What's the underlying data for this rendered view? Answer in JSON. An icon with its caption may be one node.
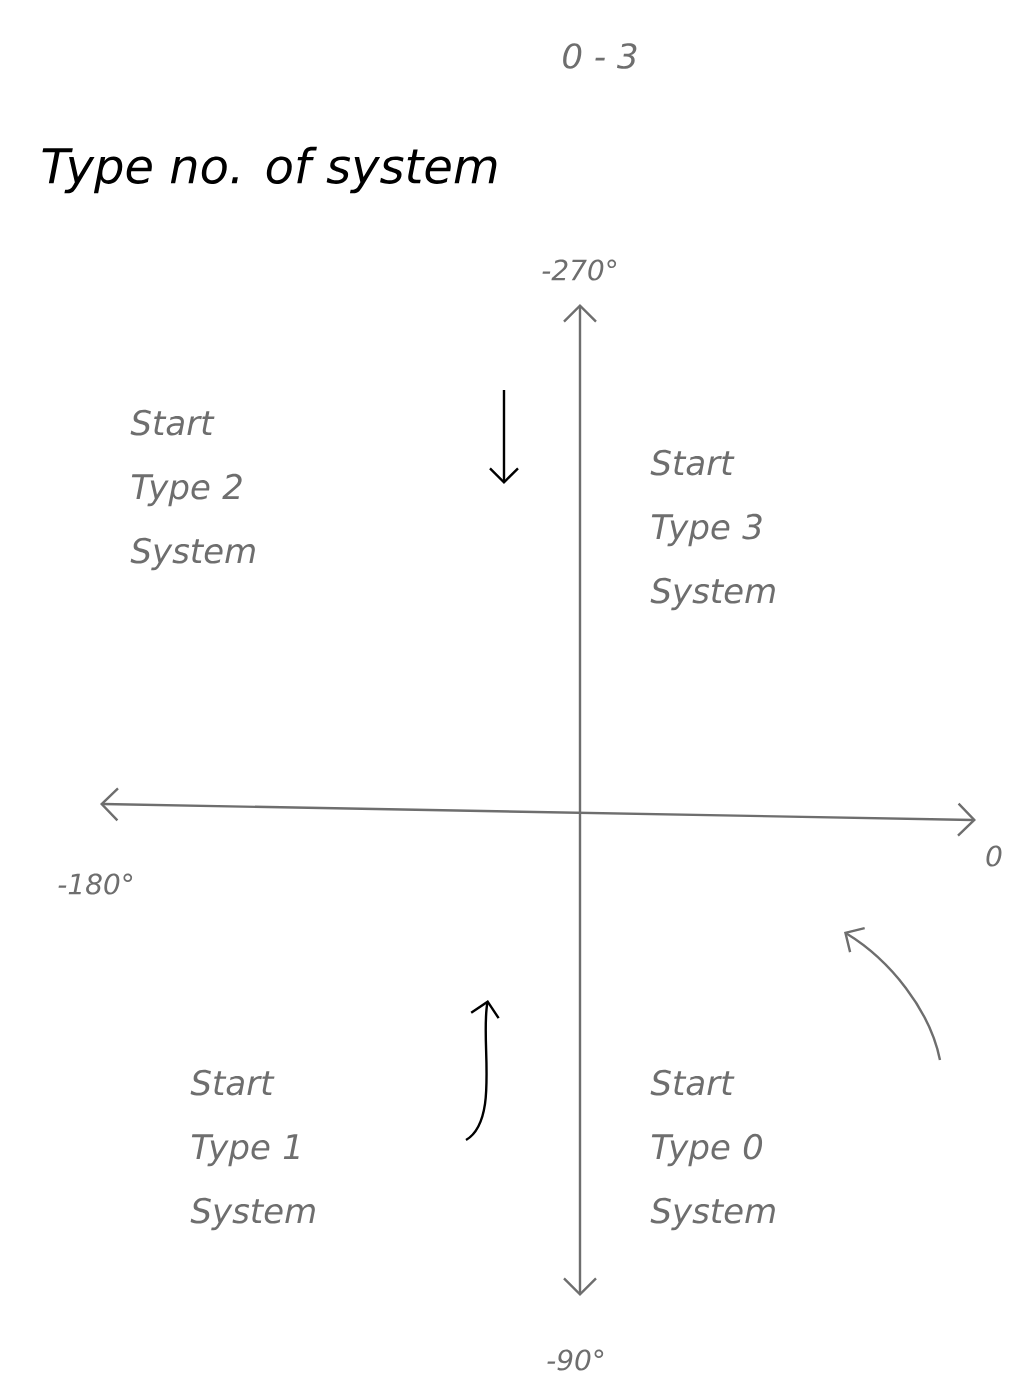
{
  "diagram": {
    "title": "Type no. of system",
    "labels": [
      "0 - 3",
      "-270°",
      "Start Type 2 System",
      "Start Type 3 System",
      "-180°",
      "0",
      "Start Type 1 System",
      "Start Type 0 System",
      "-90°"
    ]
  }
}
